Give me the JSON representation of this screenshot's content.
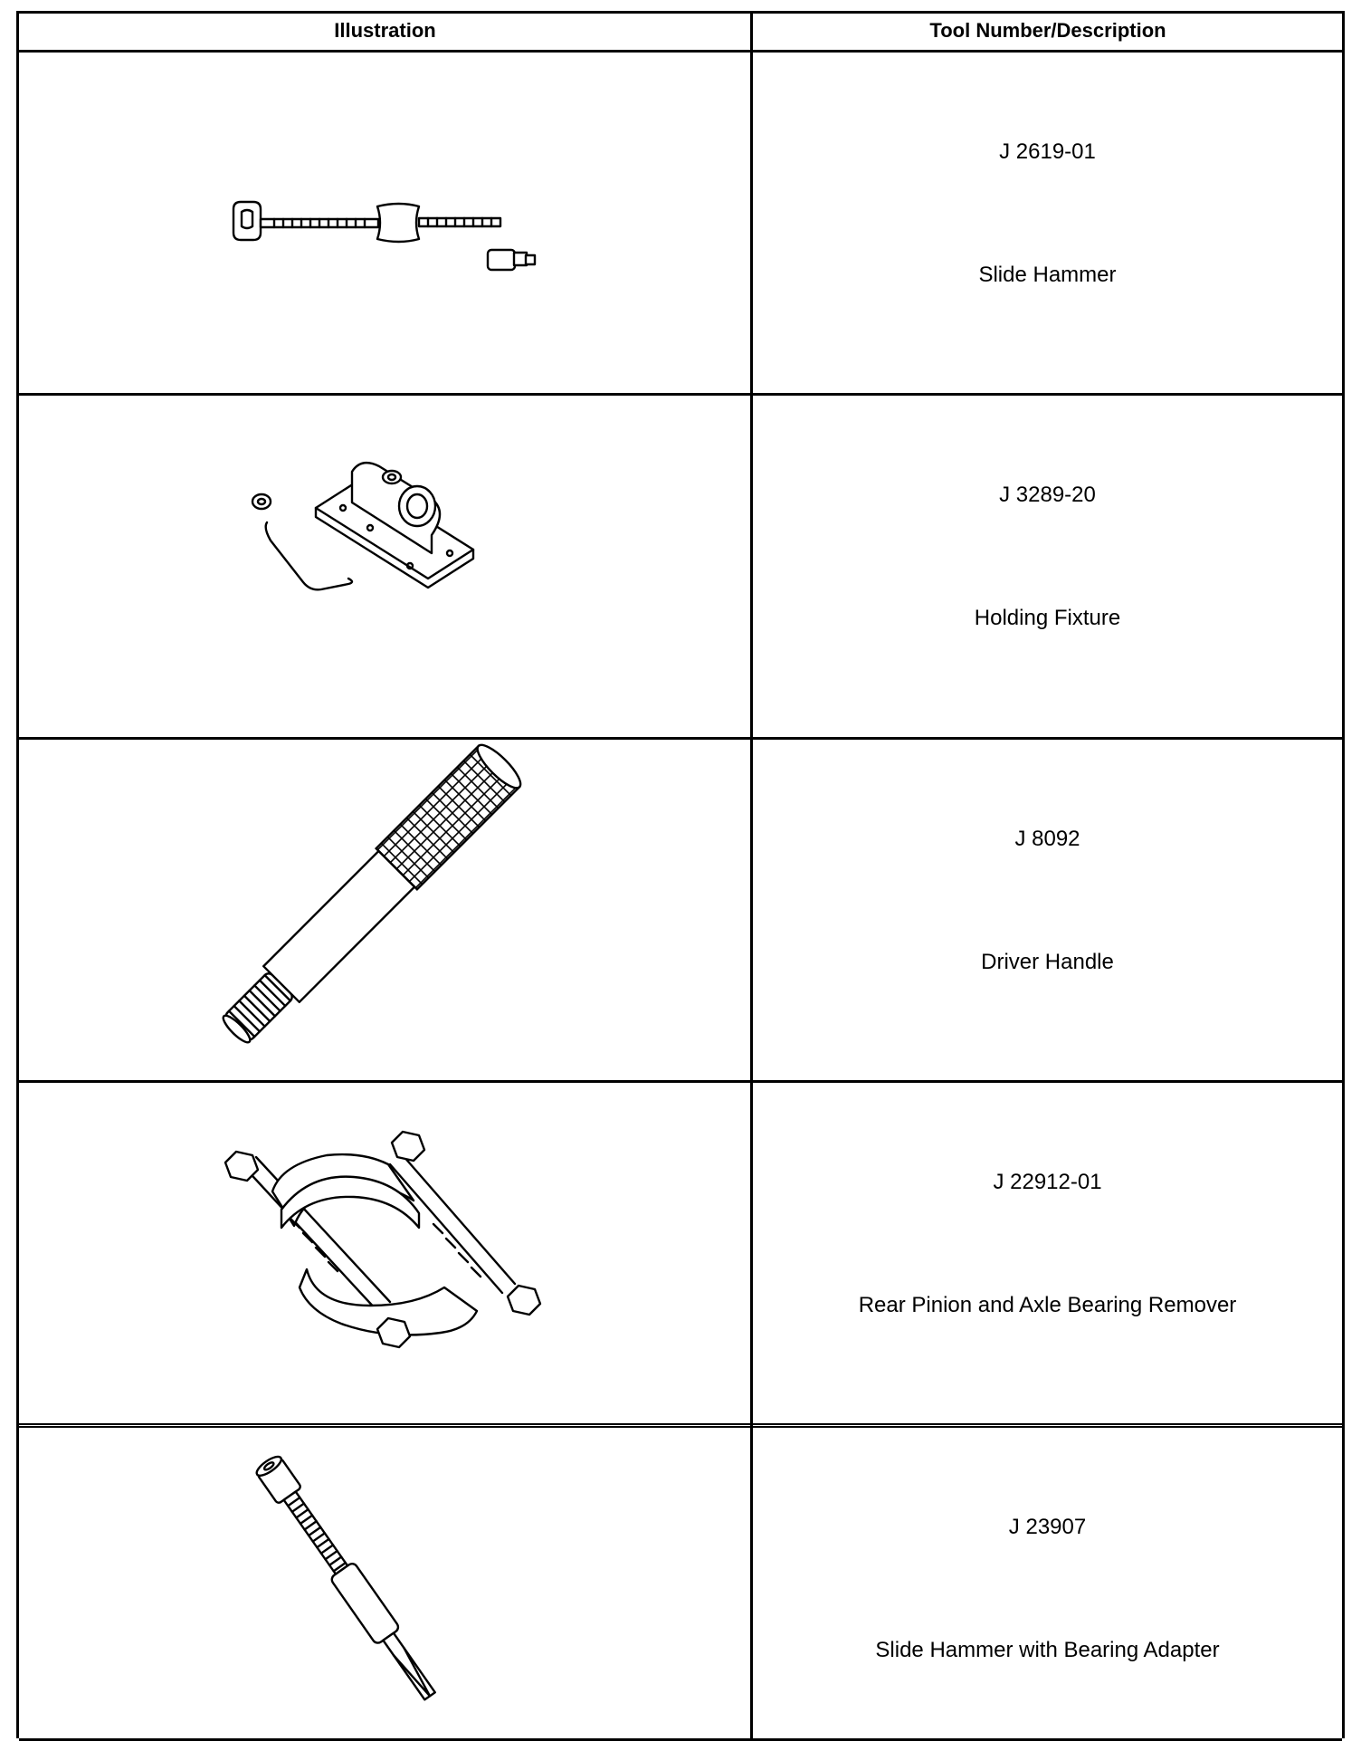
{
  "table": {
    "headers": {
      "illustration": "Illustration",
      "tool": "Tool Number/Description"
    },
    "rows": [
      {
        "number": "J 2619-01",
        "description": "Slide Hammer",
        "icon": "slide-hammer-illustration"
      },
      {
        "number": "J 3289-20",
        "description": "Holding Fixture",
        "icon": "holding-fixture-illustration"
      },
      {
        "number": "J 8092",
        "description": "Driver Handle",
        "icon": "driver-handle-illustration"
      },
      {
        "number": "J 22912-01",
        "description": "Rear Pinion and Axle Bearing Remover",
        "icon": "bearing-remover-illustration"
      },
      {
        "number": "J 23907",
        "description": "Slide Hammer with Bearing Adapter",
        "icon": "slide-hammer-adapter-illustration"
      }
    ]
  }
}
